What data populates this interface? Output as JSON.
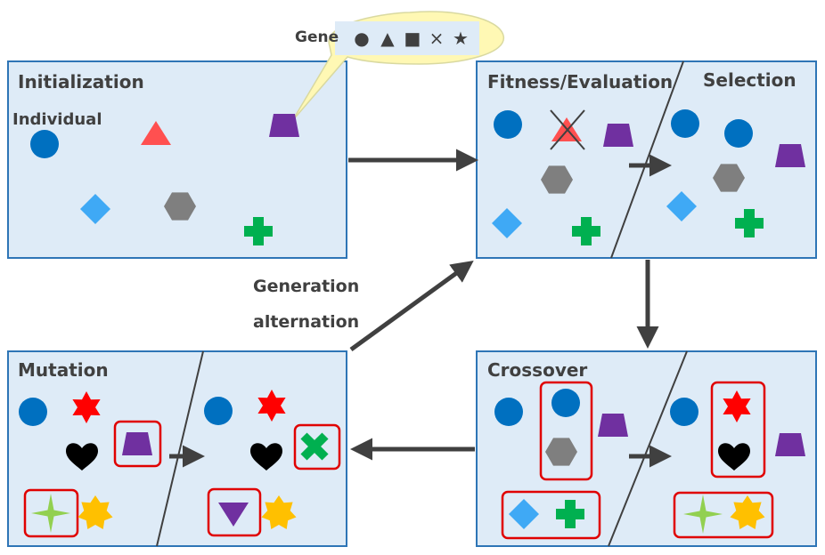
{
  "colors": {
    "panel_fill": "#DEEBF7",
    "panel_border": "#2E75B6",
    "arrow": "#404040",
    "highlight_box": "#E00000",
    "circle": "#0070C0",
    "triangle": "#FF5050",
    "trapezoid": "#7030A0",
    "diamond": "#3FA9F5",
    "hexagon": "#7F7F7F",
    "cross": "#00B050",
    "star6": "#FF0000",
    "heart": "#000000",
    "star4": "#92D050",
    "burst": "#FFC000",
    "bubble_fill": "#FFF8B4",
    "bubble_border": "#D9D9A0",
    "gene_box": "#DEEBF7"
  },
  "callout": {
    "label": "Gene",
    "gene_symbols": [
      "●",
      "▲",
      "■",
      "×",
      "★"
    ]
  },
  "panels": {
    "initialization": {
      "title": "Initialization",
      "individual_label": "Individual"
    },
    "fitness": {
      "title": "Fitness/Evaluation"
    },
    "selection": {
      "title": "Selection"
    },
    "crossover": {
      "title": "Crossover"
    },
    "mutation": {
      "title": "Mutation"
    }
  },
  "generation_label": {
    "line1": "Generation",
    "line2": "alternation"
  },
  "icons": {
    "circle": "circle-icon",
    "triangle": "triangle-icon",
    "trapezoid": "trapezoid-icon",
    "diamond": "diamond-icon",
    "hexagon": "hexagon-icon",
    "cross": "cross-icon",
    "star6": "six-point-star-icon",
    "heart": "heart-icon",
    "star4": "four-point-star-icon",
    "burst": "burst-icon",
    "x_mark": "x-mark-icon",
    "inverted_triangle": "inverted-triangle-icon"
  }
}
